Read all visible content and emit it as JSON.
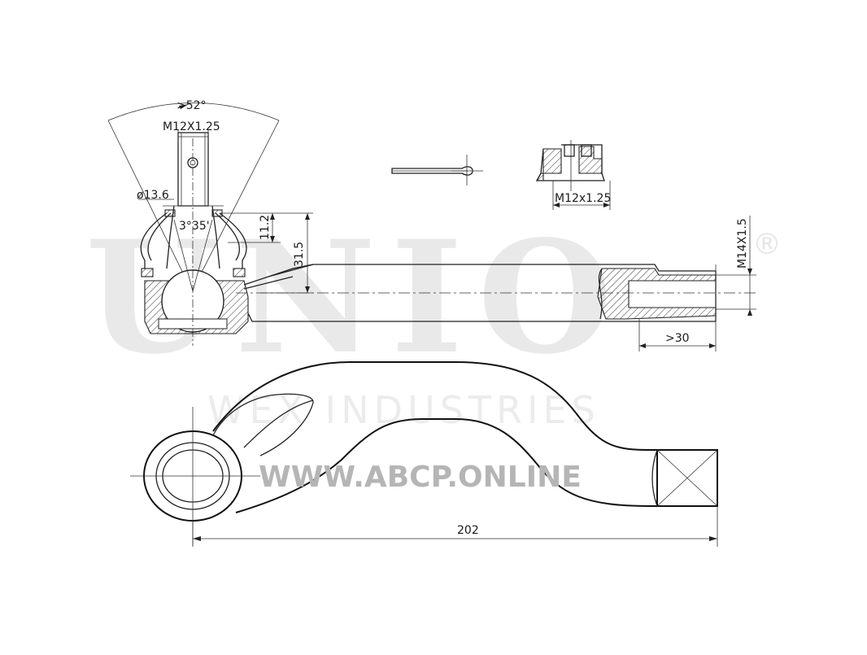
{
  "watermark": {
    "brand": "UNIO",
    "registered": "®",
    "company": "WEX INDUSTRIES",
    "url": "WWW.ABCP.ONLINE"
  },
  "dimensions": {
    "cone_angle": ">52°",
    "stud_thread": "M12X1.25",
    "diameter": "ø13.6",
    "taper_angle": "3°35'",
    "height_small": "11.2",
    "height_large": "31.5",
    "nut_thread": "M12x1.25",
    "rod_thread": "M14X1.5",
    "thread_length": ">30",
    "overall_length": "202"
  },
  "colors": {
    "line": "#222222",
    "watermark_light": "#e9e9e9",
    "watermark_url": "#b5b5b5"
  }
}
